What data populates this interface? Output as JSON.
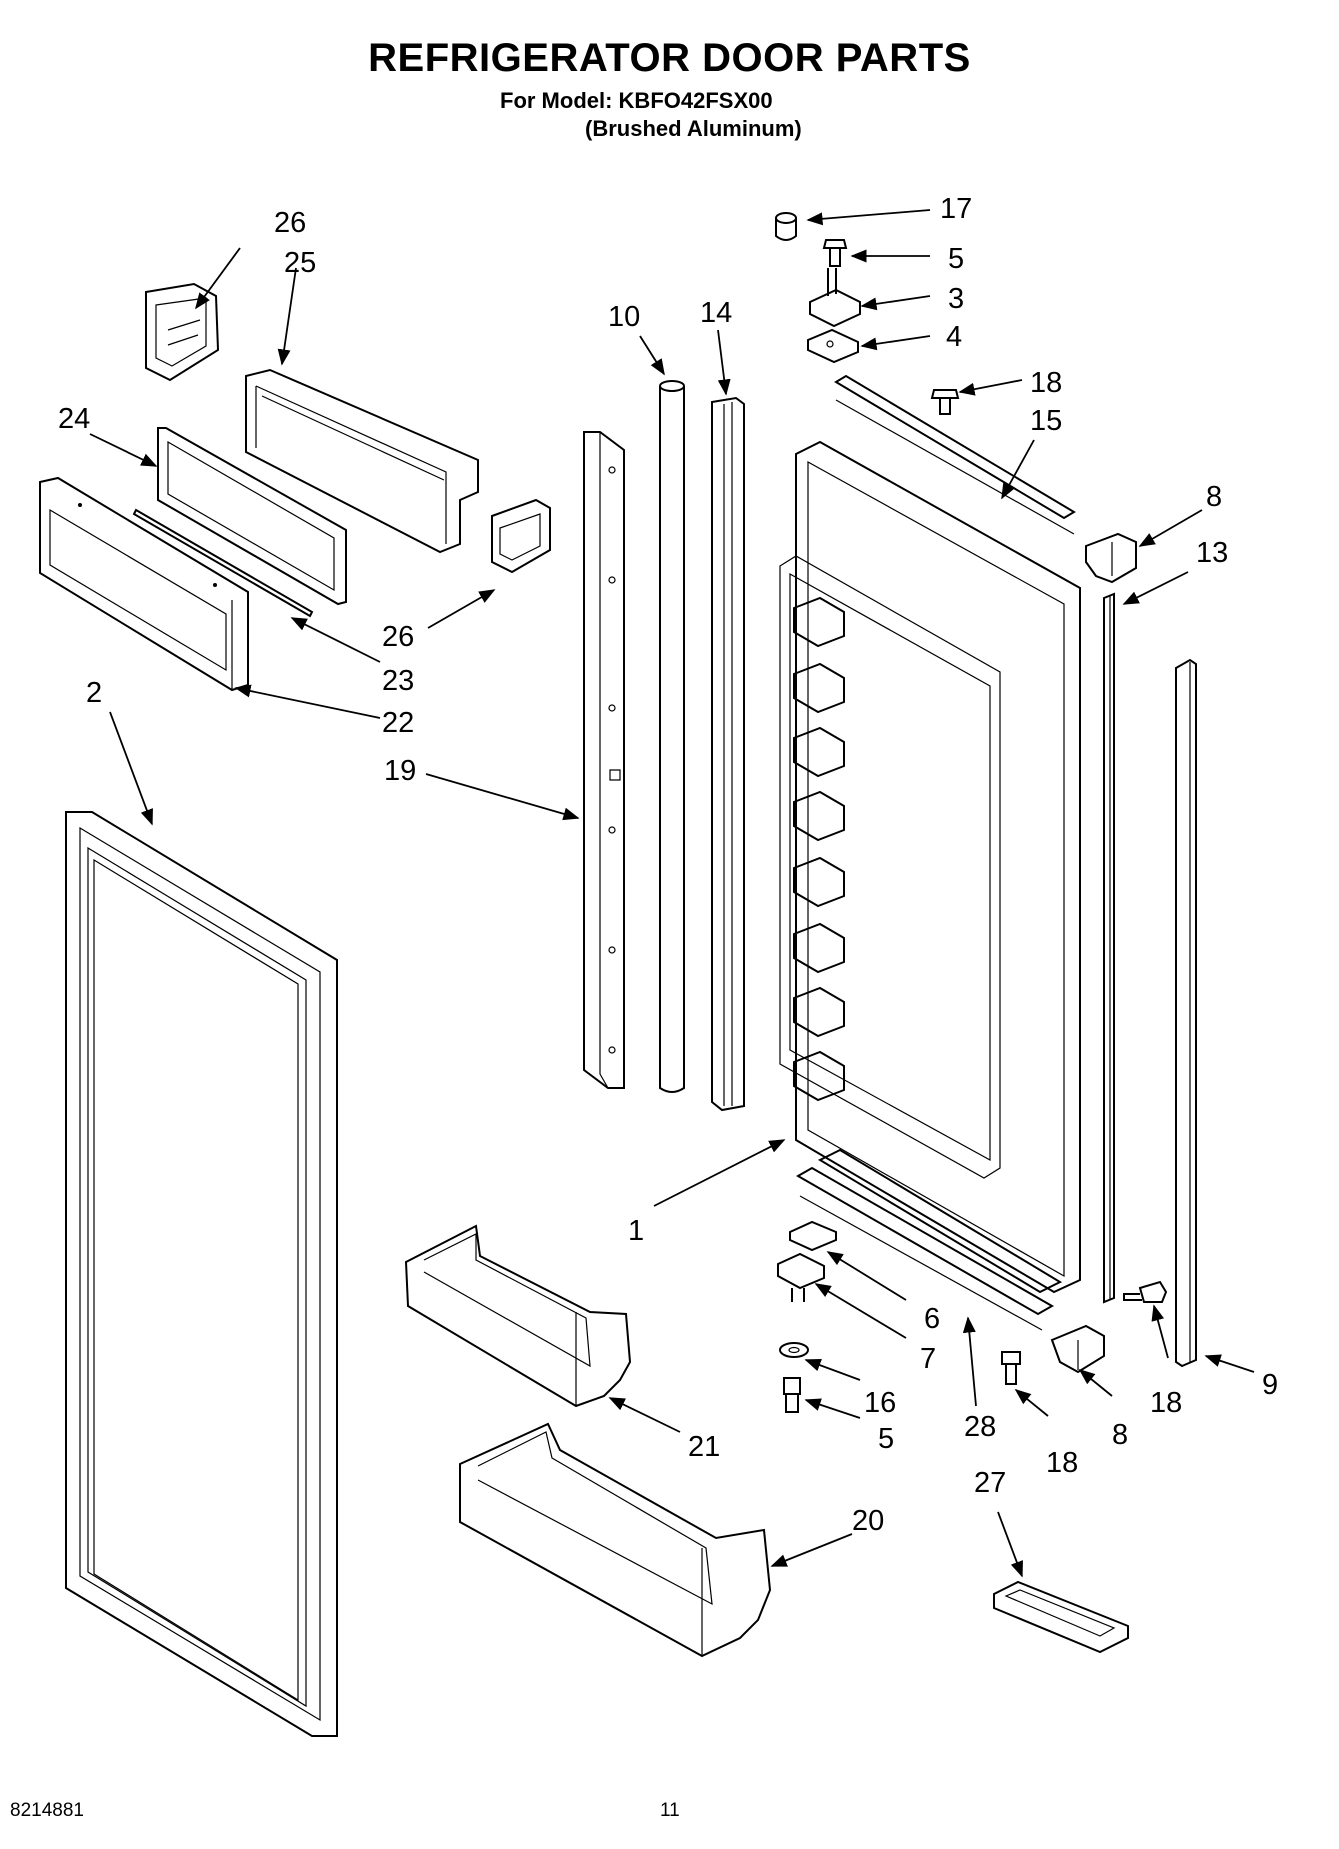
{
  "header": {
    "title": "REFRIGERATOR DOOR PARTS",
    "model_line": "For Model: KBFO42FSX00",
    "finish_line": "(Brushed Aluminum)"
  },
  "callouts": {
    "c1": "1",
    "c2": "2",
    "c3": "3",
    "c4": "4",
    "c5a": "5",
    "c5b": "5",
    "c6": "6",
    "c7": "7",
    "c8a": "8",
    "c8b": "8",
    "c9": "9",
    "c10": "10",
    "c13": "13",
    "c14": "14",
    "c15": "15",
    "c16": "16",
    "c17": "17",
    "c18a": "18",
    "c18b": "18",
    "c18c": "18",
    "c19": "19",
    "c20": "20",
    "c21": "21",
    "c22": "22",
    "c23": "23",
    "c24": "24",
    "c25": "25",
    "c26a": "26",
    "c26b": "26",
    "c27": "27",
    "c28": "28"
  },
  "footer": {
    "doc_number": "8214881",
    "page_number": "11"
  }
}
